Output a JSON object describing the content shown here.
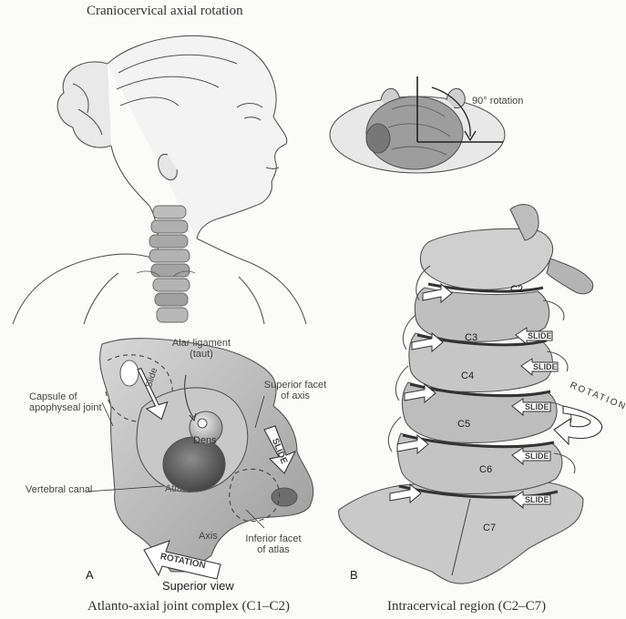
{
  "titles": {
    "top": "Craniocervical axial rotation",
    "bottom_left": "Atlanto-axial joint complex (C1–C2)",
    "bottom_right": "Intracervical region (C2–C7)"
  },
  "head_view": {
    "rotation_label": "90° rotation"
  },
  "panel_a": {
    "letter": "A",
    "caption": "Superior view",
    "labels": {
      "alar_ligament": [
        "Alar ligament",
        "(taut)"
      ],
      "capsule": [
        "Capsule of",
        "apophyseal joint"
      ],
      "superior_facet": [
        "Superior facet",
        "of axis"
      ],
      "vertebral_canal": "Vertebral canal",
      "dens": "Dens",
      "atlas": "Atlas",
      "axis": "Axis",
      "inferior_facet": [
        "Inferior facet",
        "of atlas"
      ]
    },
    "arrows": {
      "slide_left": "Slide",
      "slide_right": "SLIDE",
      "rotation": "ROTATION"
    }
  },
  "panel_b": {
    "letter": "B",
    "vertebrae": [
      "C2",
      "C3",
      "C4",
      "C5",
      "C6",
      "C7"
    ],
    "slide_labels": [
      "SLIDE",
      "SLIDE",
      "SLIDE",
      "SLIDE",
      "SLIDE"
    ],
    "rotation_label": "ROTATION"
  },
  "icon_names": [
    "head-top-view",
    "rotation-arrow-icon",
    "slide-arrow-icon"
  ]
}
